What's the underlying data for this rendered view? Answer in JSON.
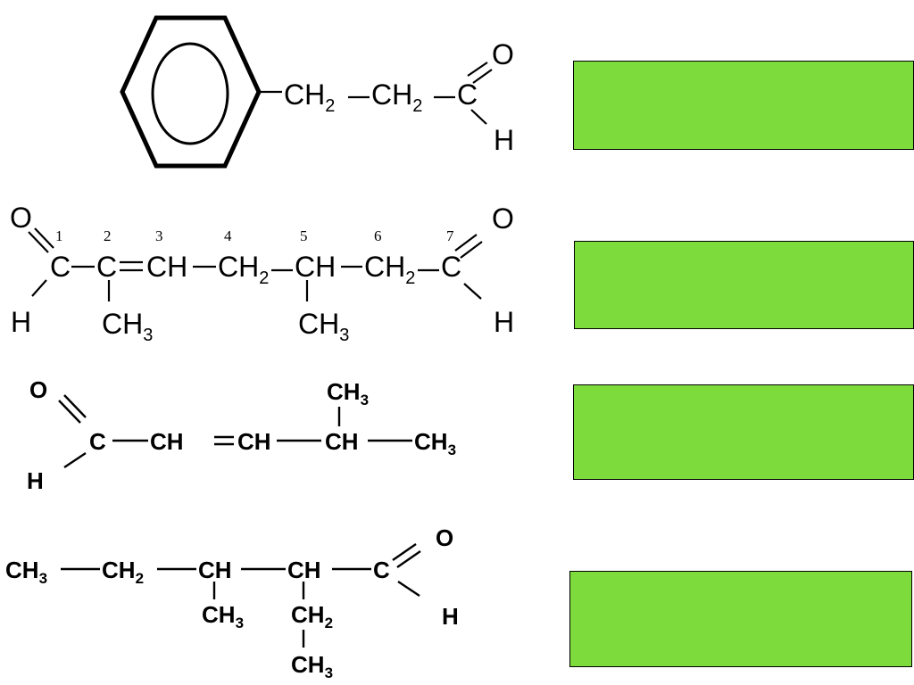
{
  "box_color": "#7ddc3c",
  "molecules": [
    {
      "atoms": {
        "ch2a": "CH",
        "ch2a_sub": "2",
        "ch2b": "CH",
        "ch2b_sub": "2",
        "c": "C",
        "o": "O",
        "h": "H"
      }
    },
    {
      "numbers": [
        "1",
        "2",
        "3",
        "4",
        "5",
        "6",
        "7"
      ],
      "atoms": {
        "o1": "O",
        "c1": "C",
        "h1": "H",
        "c2": "C",
        "c2_me": "CH",
        "c2_me_sub": "3",
        "c3": "CH",
        "c4": "CH",
        "c4_sub": "2",
        "c5": "CH",
        "c5_me": "CH",
        "c5_me_sub": "3",
        "c6": "CH",
        "c6_sub": "2",
        "c7": "C",
        "o7": "O",
        "h7": "H"
      }
    },
    {
      "atoms": {
        "o": "O",
        "c1": "C",
        "h": "H",
        "c2": "CH",
        "c3": "CH",
        "c4": "CH",
        "me_top": "CH",
        "me_top_sub": "3",
        "c5": "CH",
        "c5_sub": "3"
      }
    },
    {
      "atoms": {
        "c1": "CH",
        "c1_sub": "3",
        "c2": "CH",
        "c2_sub": "2",
        "c3": "CH",
        "c3_me": "CH",
        "c3_me_sub": "3",
        "c4": "CH",
        "c4_et1": "CH",
        "c4_et1_sub": "2",
        "c4_et2": "CH",
        "c4_et2_sub": "3",
        "c5": "C",
        "o": "O",
        "h": "H"
      }
    }
  ]
}
